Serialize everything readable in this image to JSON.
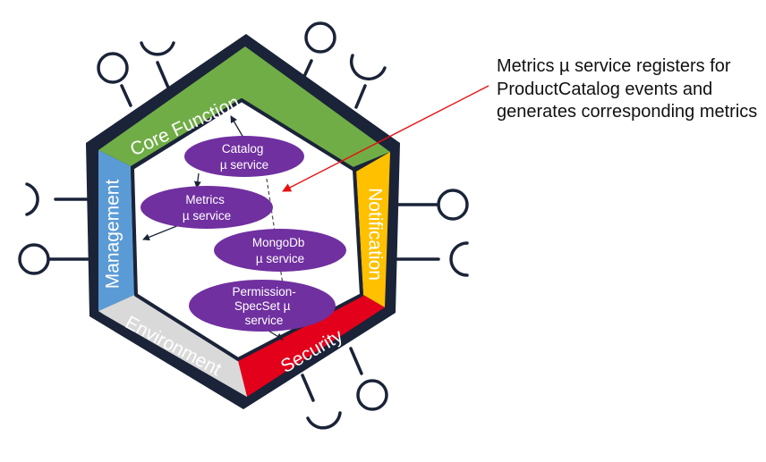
{
  "hexagon": {
    "core_function": "Core Function",
    "notification": "Notification",
    "security": "Security",
    "environment": "Environment",
    "management": "Management"
  },
  "services": {
    "catalog": [
      "Catalog",
      "µ service"
    ],
    "metrics": [
      "Metrics",
      "µ service"
    ],
    "mongodb": [
      "MongoDb",
      "µ service"
    ],
    "permission": [
      "Permission-",
      "SpecSet µ",
      "service"
    ]
  },
  "callout_text": "Metrics µ service registers for ProductCatalog events and generates corresponding metrics",
  "colors": {
    "border": "#1a2338",
    "core_function": "#70ad47",
    "notification": "#ffc000",
    "security": "#e2001a",
    "environment": "#d9d9d9",
    "management": "#5b9bd5",
    "service": "#7030a0",
    "callout_arrow": "#e81010"
  }
}
